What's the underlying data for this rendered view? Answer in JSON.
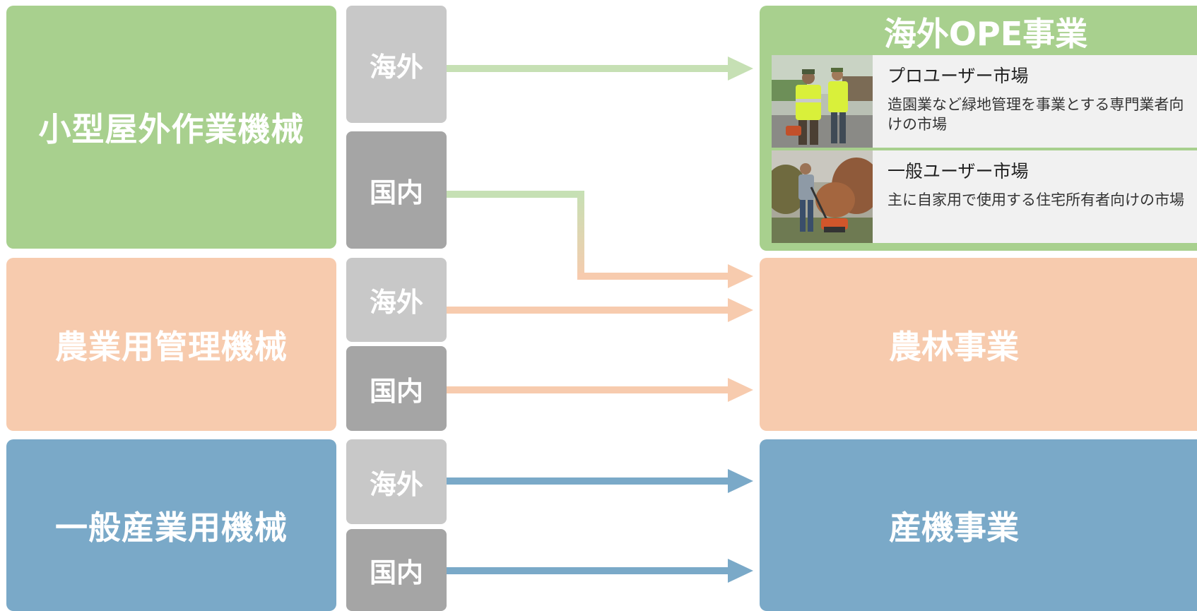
{
  "categories": [
    {
      "label": "小型屋外作業機械"
    },
    {
      "label": "農業用管理機械"
    },
    {
      "label": "一般産業用機械"
    }
  ],
  "regions": {
    "overseas": "海外",
    "domestic": "国内"
  },
  "businesses": {
    "ope": {
      "title": "海外OPE事業",
      "markets": [
        {
          "title": "プロユーザー市場",
          "description": "造園業など緑地管理を事業とする専門業者向けの市場"
        },
        {
          "title": "一般ユーザー市場",
          "description": "主に自家用で使用する住宅所有者向けの市場"
        }
      ]
    },
    "agri": {
      "title": "農林事業"
    },
    "industrial": {
      "title": "産機事業"
    }
  },
  "colors": {
    "green": "#a8d08e",
    "peach": "#f7cbae",
    "blue": "#7aa9c8",
    "overseas_gray": "#c8c8c8",
    "domestic_gray": "#a5a5a5"
  }
}
